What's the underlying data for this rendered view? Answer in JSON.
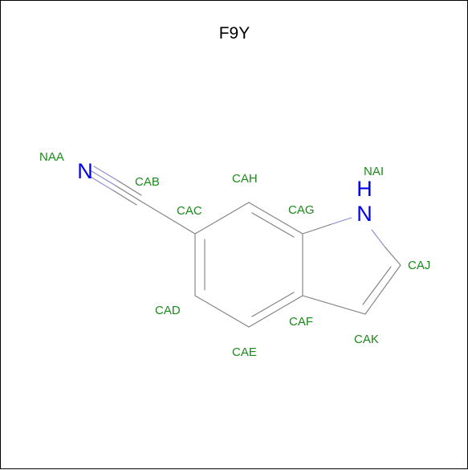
{
  "title": "F9Y",
  "colors": {
    "label": "#1a8a1a",
    "nitrogen": "#0000ee",
    "bond": "#7f7f7f",
    "bond_n": "#8a8acf"
  },
  "elements": {
    "n_nitrile": "N",
    "n_ring": "N",
    "h_ring": "H"
  },
  "atoms": {
    "NAA": "NAA",
    "NAI": "NAI",
    "CAB": "CAB",
    "CAC": "CAC",
    "CAD": "CAD",
    "CAE": "CAE",
    "CAF": "CAF",
    "CAG": "CAG",
    "CAH": "CAH",
    "CAJ": "CAJ",
    "CAK": "CAK"
  }
}
